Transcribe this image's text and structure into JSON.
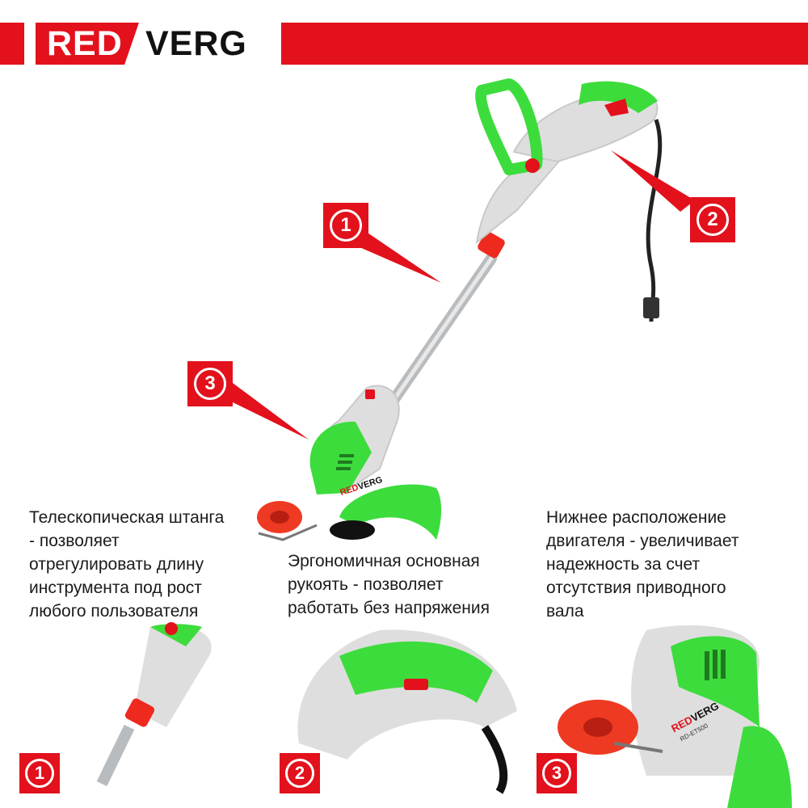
{
  "brand": {
    "part1": "RED",
    "part2": "VERG",
    "colors": {
      "red": "#e2111c",
      "green": "#3ddc3d",
      "gray": "#dedede"
    }
  },
  "badges": {
    "main": [
      "1",
      "2",
      "3"
    ],
    "details": [
      "1",
      "2",
      "3"
    ]
  },
  "features": [
    {
      "text": "Телескопическая штанга\n - позволяет\nотрегулировать длину\nинструмента под рост\nлюбого пользователя"
    },
    {
      "text": "Эргономичная основная\nрукоять - позволяет\nработать без напряжения"
    },
    {
      "text": "Нижнее расположение\nдвигателя - увеличивает\nнадежность за счет\nотсутствия приводного\nвала"
    }
  ],
  "product_labels": {
    "model_small": "RD-ET500"
  }
}
